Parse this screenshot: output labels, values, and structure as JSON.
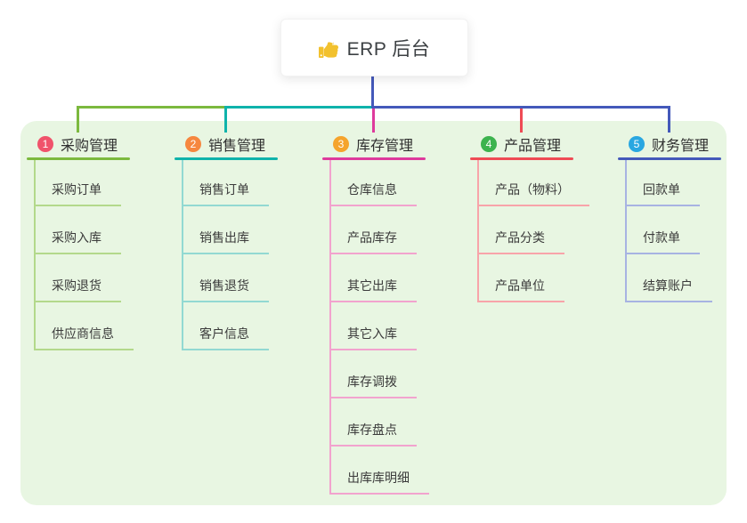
{
  "root": {
    "title": "ERP 后台",
    "icon": "thumbs-up-icon",
    "icon_color": "#f2c12e",
    "drop_line_color": "#4459ba"
  },
  "panel": {
    "background_color": "#e8f6e2"
  },
  "branches": [
    {
      "num": "1",
      "title": "采购管理",
      "badge_color": "#f0536b",
      "line_color": "#7cb93e",
      "item_line_color": "#b3d98b",
      "items": [
        "采购订单",
        "采购入库",
        "采购退货",
        "供应商信息"
      ]
    },
    {
      "num": "2",
      "title": "销售管理",
      "badge_color": "#f6873f",
      "line_color": "#0fb3ab",
      "item_line_color": "#92d9d2",
      "items": [
        "销售订单",
        "销售出库",
        "销售退货",
        "客户信息"
      ]
    },
    {
      "num": "3",
      "title": "库存管理",
      "badge_color": "#f5a42c",
      "line_color": "#de3a9c",
      "item_line_color": "#f2a3ce",
      "items": [
        "仓库信息",
        "产品库存",
        "其它出库",
        "其它入库",
        "库存调拨",
        "库存盘点",
        "出库库明细"
      ]
    },
    {
      "num": "4",
      "title": "产品管理",
      "badge_color": "#3cb34e",
      "line_color": "#ef4b55",
      "item_line_color": "#f8a4a9",
      "items": [
        "产品（物料）",
        "产品分类",
        "产品单位"
      ]
    },
    {
      "num": "5",
      "title": "财务管理",
      "badge_color": "#29a7e1",
      "line_color": "#4459ba",
      "item_line_color": "#a7b3e2",
      "items": [
        "回款单",
        "付款单",
        "结算账户"
      ]
    }
  ]
}
